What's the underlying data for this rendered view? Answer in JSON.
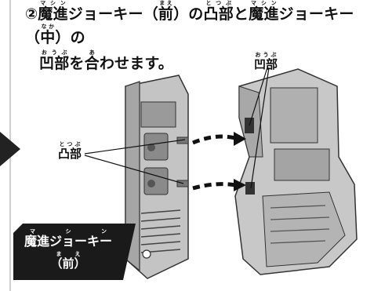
{
  "instruction": {
    "step": "②",
    "line1": [
      {
        "text": "魔進",
        "ruby": "マシン"
      },
      {
        "text": "ジョーキー（"
      },
      {
        "text": "前",
        "ruby": "まえ"
      },
      {
        "text": "）の"
      },
      {
        "text": "凸部",
        "ruby": "とつぶ"
      },
      {
        "text": "と"
      },
      {
        "text": "魔進",
        "ruby": "マシン"
      },
      {
        "text": "ジョーキー（"
      },
      {
        "text": "中",
        "ruby": "なか"
      },
      {
        "text": "）の"
      }
    ],
    "line2": [
      {
        "text": "凹部",
        "ruby": "おうぶ"
      },
      {
        "text": "を"
      },
      {
        "text": "合",
        "ruby": "あ"
      },
      {
        "text": "わせます。"
      }
    ]
  },
  "labels": {
    "concave": {
      "text": "凹部",
      "ruby": "おうぶ"
    },
    "convex": {
      "text": "凸部",
      "ruby": "とつぶ"
    }
  },
  "badge": {
    "name_ruby": "マシン",
    "name": "魔進ジョーキー",
    "sub_ruby": "まえ",
    "sub": "（前）"
  },
  "colors": {
    "ink": "#111111",
    "badge_bg": "#1a1a1a",
    "part_fill": "#bdbdbd",
    "part_dark": "#7a7a7a"
  }
}
